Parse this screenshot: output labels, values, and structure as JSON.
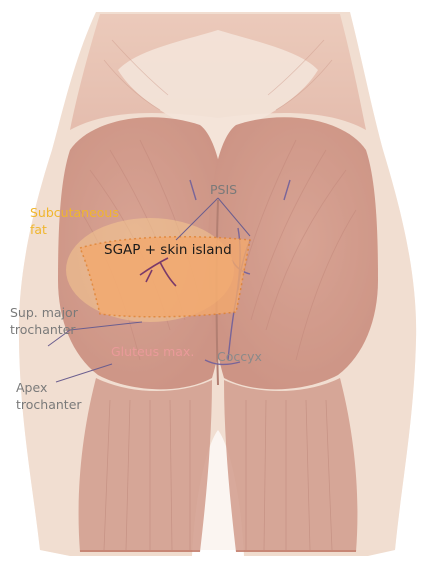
{
  "colors": {
    "background": "#ffffff",
    "skin": "#f0dcce",
    "muscle": "#c9826f",
    "muscle_dark": "#b2614f",
    "fat_zone": "#f6c98f",
    "skin_island": "#f3a96e",
    "dotted_outline": "#e0812f",
    "vessel": "#6a5c9c",
    "leader_line": "#6b5e8f"
  },
  "labels": {
    "subcutaneous_fat": {
      "line1": "Subcutaneous",
      "line2": "fat",
      "color": "#f0b62d"
    },
    "sgap": {
      "text": "SGAP + skin island",
      "color": "#1a1a1a"
    },
    "psis": {
      "text": "PSIS",
      "color": "#7a7a7a"
    },
    "sup_major_trochanter": {
      "line1": "Sup. major",
      "line2": "trochanter",
      "color": "#7a7a7a"
    },
    "gluteus_max": {
      "text": "Gluteus max.",
      "color": "#ea9a9a"
    },
    "coccyx": {
      "text": "Coccyx",
      "color": "#8a8a8a"
    },
    "apex_trochanter": {
      "line1": "Apex",
      "line2": "trochanter",
      "color": "#7a7a7a"
    }
  }
}
